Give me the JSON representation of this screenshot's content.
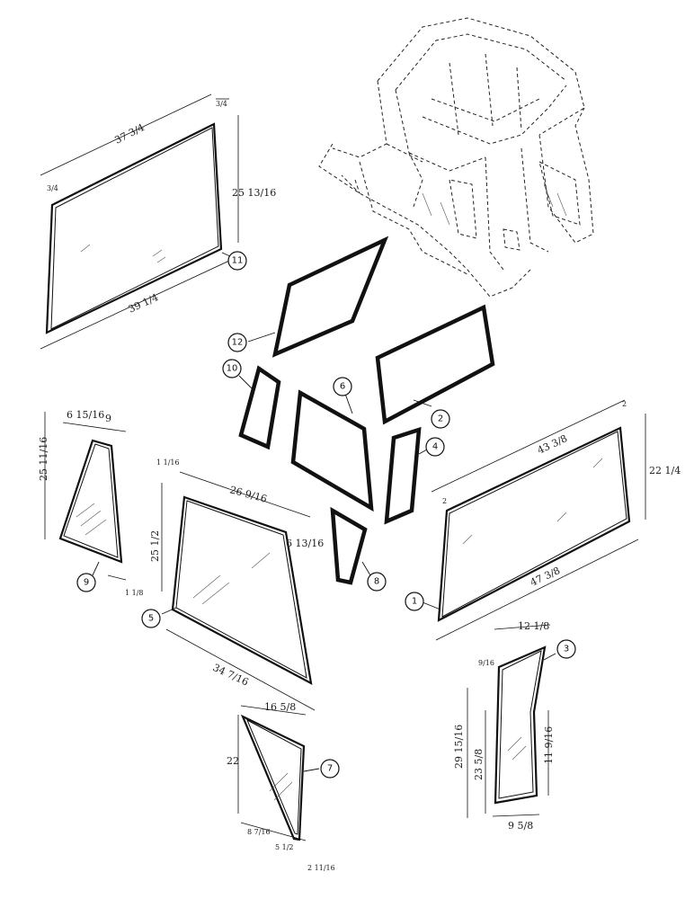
{
  "callouts": [
    "1",
    "2",
    "3",
    "4",
    "5",
    "6",
    "7",
    "8",
    "9",
    "10",
    "11",
    "12"
  ],
  "dimensions": {
    "p11_top": "37 3/4",
    "p11_corner_top": "3/4",
    "p11_corner_left": "3/4",
    "p11_height": "25 13/16",
    "p11_bottom": "39 1/4",
    "p9_top_left": "6 15/16",
    "p9_top_right": "9",
    "p9_height": "25 11/16",
    "p9_bottom": "1 1/8",
    "p5_corner": "1 1/16",
    "p5_top": "26 9/16",
    "p5_height": "25 1/2",
    "p5_right": "6 13/16",
    "p5_bottom": "34 7/16",
    "p1_corner_right": "2",
    "p1_top": "43 3/8",
    "p1_height": "22 1/4",
    "p1_corner_left": "2",
    "p1_bottom": "47 3/8",
    "p7_top": "16 5/8",
    "p7_height": "22",
    "p7_bottom_left": "8 7/16",
    "p7_bottom_mid": "5 1/2",
    "p7_bottom_right": "2 11/16",
    "p3_top": "12 1/8",
    "p3_corner": "9/16",
    "p3_height_outer": "29 15/16",
    "p3_height_inner": "23 5/8",
    "p3_right": "11 9/16",
    "p3_bottom": "9 5/8"
  }
}
